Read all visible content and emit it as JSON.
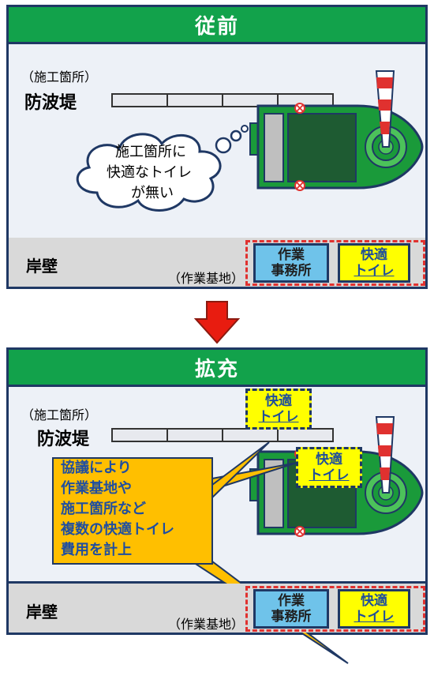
{
  "before": {
    "header": "従前",
    "site_label": "（施工箇所）",
    "breakwater_label": "防波堤",
    "thought_lines": [
      "施工箇所に",
      "快適なトイレ",
      "が無い"
    ],
    "quay_label": "岸壁",
    "base_label": "（作業基地）",
    "office_lines": [
      "作業",
      "事務所"
    ],
    "toilet_lines": [
      "快適",
      "トイレ"
    ]
  },
  "after": {
    "header": "拡充",
    "site_label": "（施工箇所）",
    "breakwater_label": "防波堤",
    "toilet_breakwater_lines": [
      "快適",
      "トイレ"
    ],
    "toilet_ship_lines": [
      "快適",
      "トイレ"
    ],
    "callout_lines": [
      "協議により",
      "作業基地や",
      "施工箇所など",
      "複数の快適トイレ",
      "費用を計上"
    ],
    "quay_label": "岸壁",
    "base_label": "（作業基地）",
    "office_lines": [
      "作業",
      "事務所"
    ],
    "toilet_lines": [
      "快適",
      "トイレ"
    ]
  },
  "colors": {
    "header_green": "#12a24b",
    "border_navy": "#1f3864",
    "toilet_yellow": "#ffff00",
    "office_blue": "#6fc3ea",
    "callout_orange": "#ffbf00",
    "arrow_red": "#e81c10",
    "ship_green": "#1a9a3a"
  },
  "icons": [
    "thought-cloud-icon",
    "ship-icon",
    "crane-icon",
    "down-arrow-icon"
  ]
}
